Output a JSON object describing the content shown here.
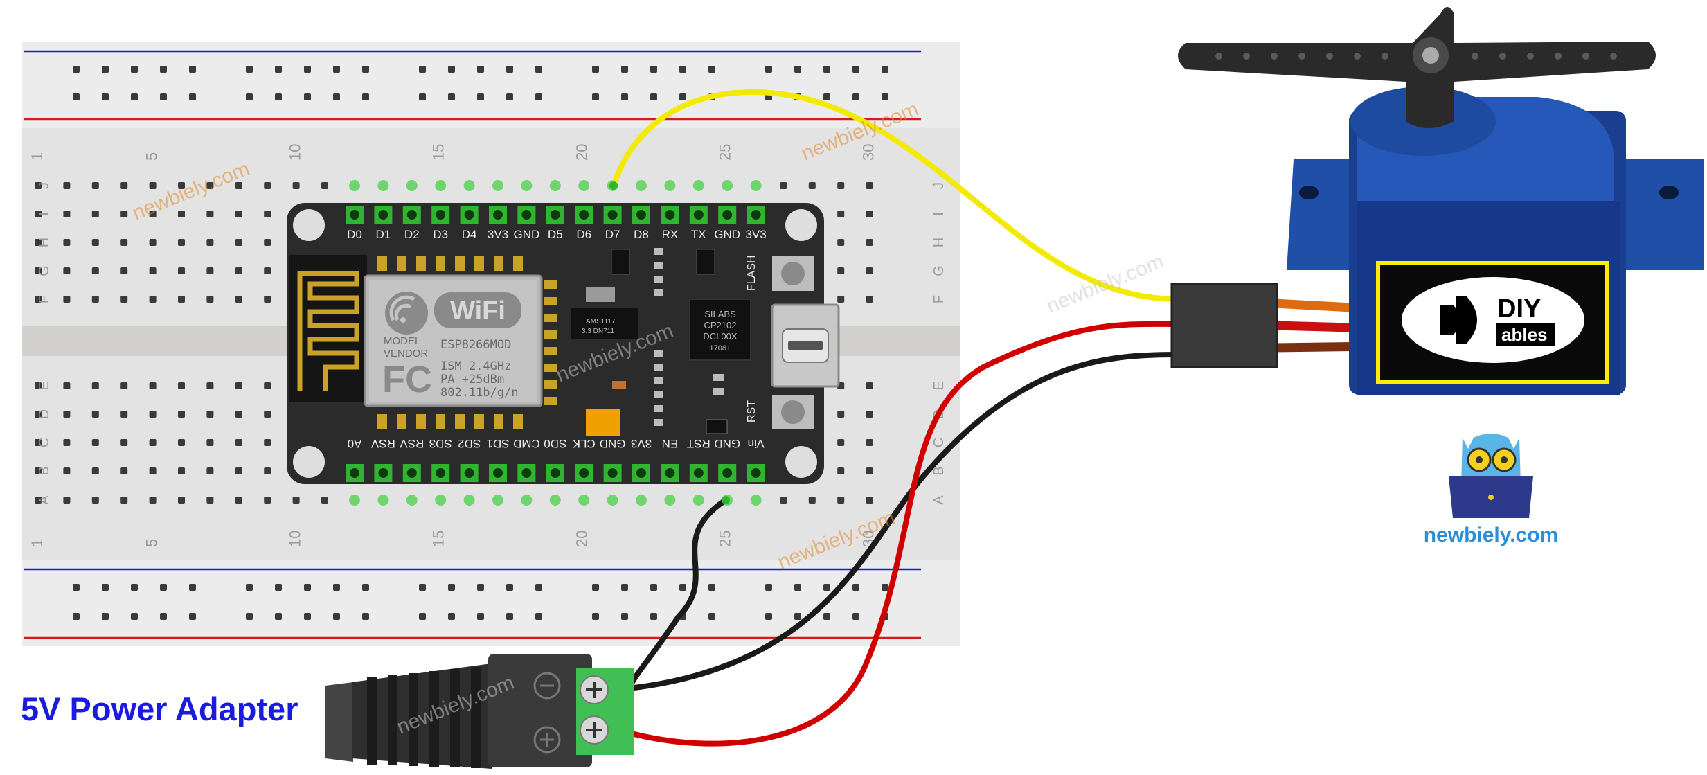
{
  "breadboard": {
    "col_numbers_top": [
      "1",
      "5",
      "10",
      "15",
      "20",
      "25",
      "30"
    ],
    "col_numbers_bottom": [
      "1",
      "5",
      "10",
      "15",
      "20",
      "25",
      "30"
    ],
    "row_letters_top": [
      "J",
      "I",
      "H",
      "G",
      "F"
    ],
    "row_letters_bottom": [
      "E",
      "D",
      "C",
      "B",
      "A"
    ]
  },
  "board": {
    "top_pins": [
      "D0",
      "D1",
      "D2",
      "D3",
      "D4",
      "3V3",
      "GND",
      "D5",
      "D6",
      "D7",
      "D8",
      "RX",
      "TX",
      "GND",
      "3V3"
    ],
    "bottom_pins": [
      "A0",
      "RSV",
      "RSV",
      "SD3",
      "SD2",
      "SD1",
      "CMD",
      "SD0",
      "CLK",
      "GND",
      "3V3",
      "EN",
      "RST",
      "GND",
      "Vin"
    ],
    "module": {
      "wifi": "WiFi",
      "line_model": "MODEL",
      "line_vendor": "VENDOR",
      "model_name": "ESP8266MOD",
      "fc": "FC",
      "spec1": "ISM 2.4GHz",
      "spec2": "PA  +25dBm",
      "spec3": "802.11b/g/n"
    },
    "regulator": [
      "AMS1117",
      "3.3   DN711"
    ],
    "usb_chip": [
      "SILABS",
      "CP2102",
      "DCL00X",
      "1708+"
    ],
    "flash_label": "FLASH",
    "rst_label": "RST"
  },
  "servo": {
    "brand_top": "DIY",
    "brand_bottom": "ables"
  },
  "adapter_label": "5V Power Adapter",
  "logo_text": "newbiely.com",
  "watermark": "newbiely.com",
  "colors": {
    "signal": "#f2ea00",
    "power": "#d10000",
    "ground": "#1a1a1a",
    "servo_body": "#1f4fa6",
    "label_blue": "#1a1ae0",
    "logo_blue": "#2a8fd6"
  }
}
